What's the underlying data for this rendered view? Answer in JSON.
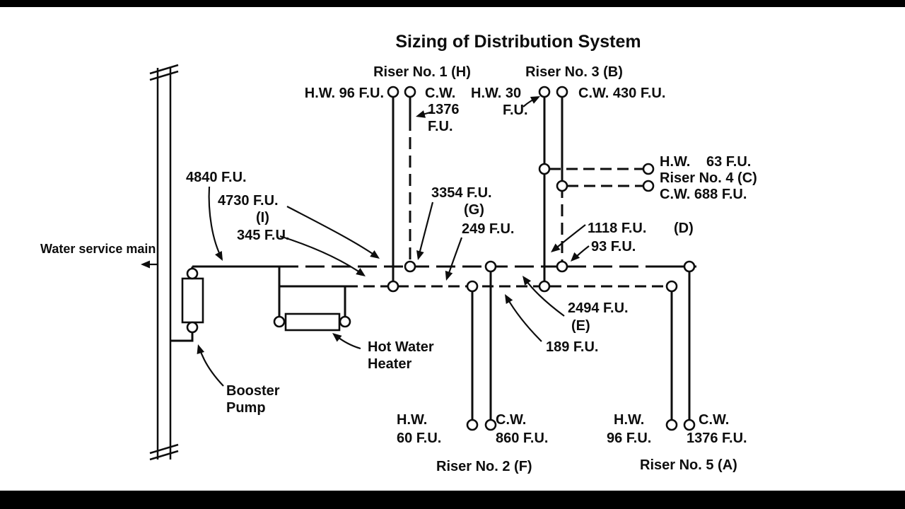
{
  "page": {
    "title": "Sizing of Distribution System"
  },
  "risers": {
    "riser1": {
      "title": "Riser No. 1 (H)",
      "hw": "H.W. 96 F.U.",
      "cw1": "C.W.",
      "cw2": "1376",
      "cw3": "F.U."
    },
    "riser2": {
      "title": "Riser No. 2 (F)",
      "hw1": "H.W.",
      "hw2": "60 F.U.",
      "cw1": "C.W.",
      "cw2": "860 F.U."
    },
    "riser3": {
      "title": "Riser No. 3 (B)",
      "hw1": "H.W. 30",
      "hw2": "F.U.",
      "cw": "C.W. 430 F.U."
    },
    "riser4": {
      "title": "Riser No. 4 (C)",
      "hw_label": "H.W.",
      "hw_value": "63 F.U.",
      "cw": "C.W. 688 F.U."
    },
    "riser5": {
      "title": "Riser No. 5 (A)",
      "hw1": "H.W.",
      "hw2": "96 F.U.",
      "cw1": "C.W.",
      "cw2": "1376 F.U."
    }
  },
  "annotations": {
    "fu4840": "4840 F.U.",
    "fu4730": "4730 F.U.",
    "fu4730_tag": "(I)",
    "fu345": "345 F.U.",
    "fu3354": "3354 F.U.",
    "fu3354_tag": "(G)",
    "fu249": "249 F.U.",
    "fu1118": "1118 F.U.",
    "fu1118_tag": "(D)",
    "fu93": "93 F.U.",
    "fu2494": "2494 F.U.",
    "fu2494_tag": "(E)",
    "fu189": "189 F.U."
  },
  "equipment": {
    "water_main": "Water service main",
    "heater1": "Hot Water",
    "heater2": "Heater",
    "pump1": "Booster",
    "pump2": "Pump"
  },
  "colors": {
    "ink": "#0d0d0d",
    "paper": "#ffffff",
    "letterbox": "#000000"
  }
}
